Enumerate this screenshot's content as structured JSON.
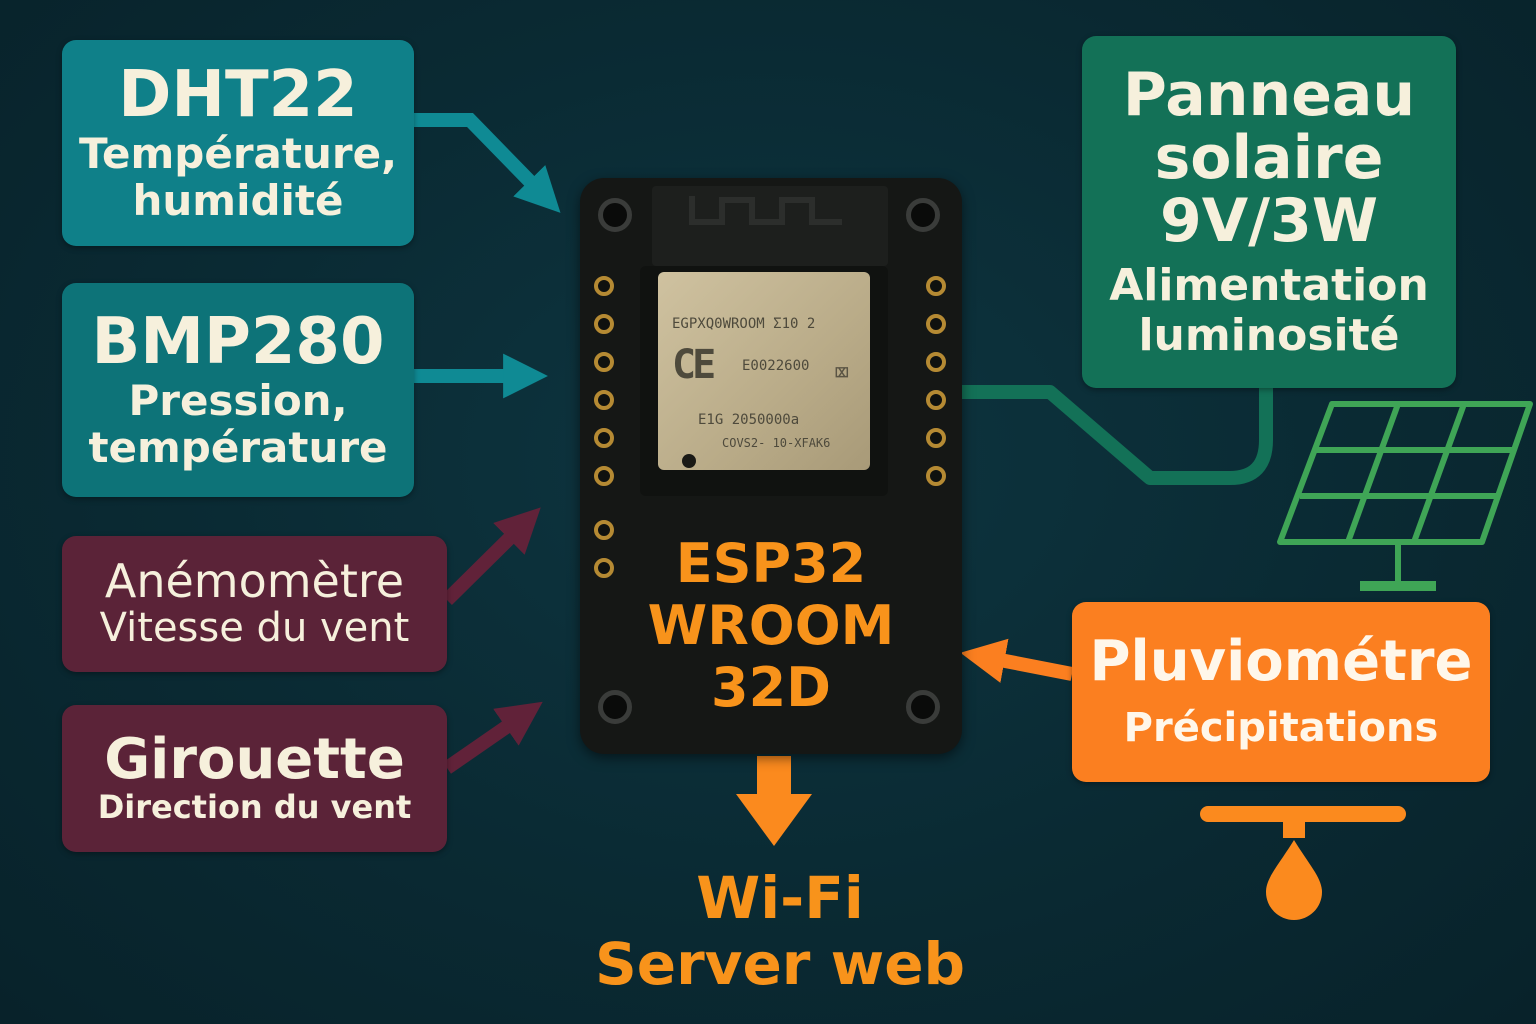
{
  "sensors": {
    "dht22": {
      "title": "DHT22",
      "line1": "Température,",
      "line2": "humidité"
    },
    "bmp280": {
      "title": "BMP280",
      "line1": "Pression,",
      "line2": "température"
    },
    "anemometre": {
      "title": "Anémomètre",
      "line1": "Vitesse du vent"
    },
    "girouette": {
      "title": "Girouette",
      "line1": "Direction du vent"
    }
  },
  "solar": {
    "line1": "Panneau",
    "line2": "solaire",
    "line3": "9V/3W",
    "sub1": "Alimentation",
    "sub2": "luminosité"
  },
  "pluviometre": {
    "title": "Pluviométre",
    "sub": "Précipitations"
  },
  "board": {
    "line1": "ESP32",
    "line2": "WROOM",
    "line3": "32D",
    "marking1": "EGPXQ0WROOM Σ10 2",
    "marking2": "CE",
    "marking3": "E0022600",
    "marking4": "E1G 2050000a",
    "marking5": "COVS2- 10-XFAK6"
  },
  "output": {
    "line1": "Wi-Fi",
    "line2": "Server web"
  },
  "colors": {
    "background": "#0a2a33",
    "teal": "#0f8089",
    "wine": "#5b2338",
    "green": "#137157",
    "orange": "#fb7f20",
    "accent_orange": "#f8931b",
    "text_cream": "#f6f0dc"
  }
}
